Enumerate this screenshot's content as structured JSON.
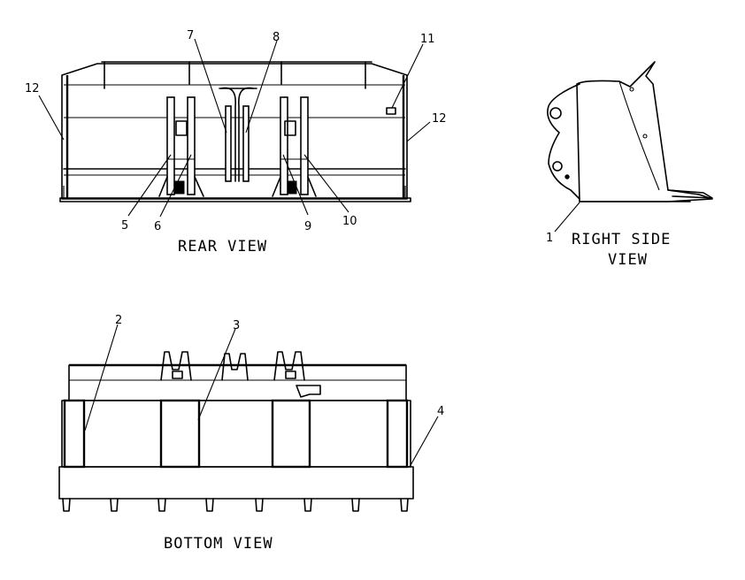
{
  "views": {
    "rear": {
      "title": "REAR VIEW"
    },
    "right_side": {
      "title_line1": "RIGHT SIDE",
      "title_line2": "VIEW"
    },
    "bottom": {
      "title": "BOTTOM VIEW"
    }
  },
  "callouts": {
    "c1": "1",
    "c2": "2",
    "c3": "3",
    "c4": "4",
    "c5": "5",
    "c6": "6",
    "c7": "7",
    "c8": "8",
    "c9": "9",
    "c10": "10",
    "c11": "11",
    "c12_left": "12",
    "c12_right": "12"
  }
}
